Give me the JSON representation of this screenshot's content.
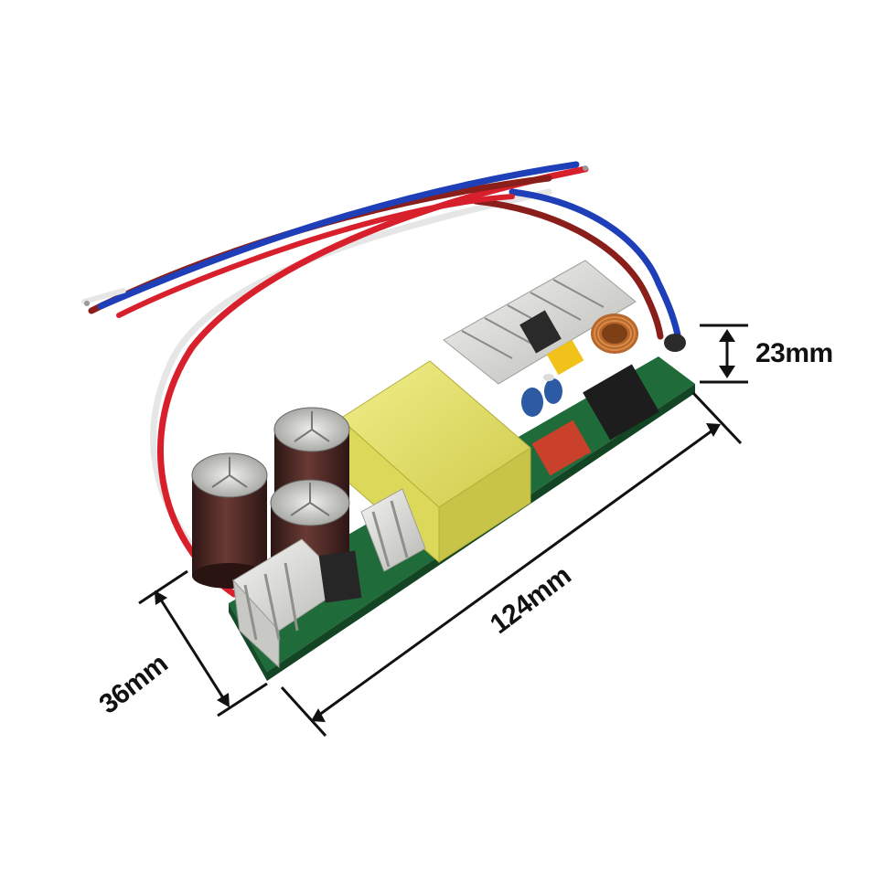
{
  "dimensions": {
    "height_label": "23mm",
    "length_label": "124mm",
    "width_label": "36mm"
  },
  "colors": {
    "background": "#ffffff",
    "dimension_line": "#111111",
    "wire_red": "#d8202c",
    "wire_blue": "#1e3fb8",
    "wire_brown": "#8a1e1a",
    "wire_white": "#e6e6e6",
    "pcb_green": "#1f6b3a",
    "transformer_yellow": "#e6e36a",
    "capacitor_brown": "#4a2a26",
    "heatsink_silver": "#d9d9d6"
  }
}
